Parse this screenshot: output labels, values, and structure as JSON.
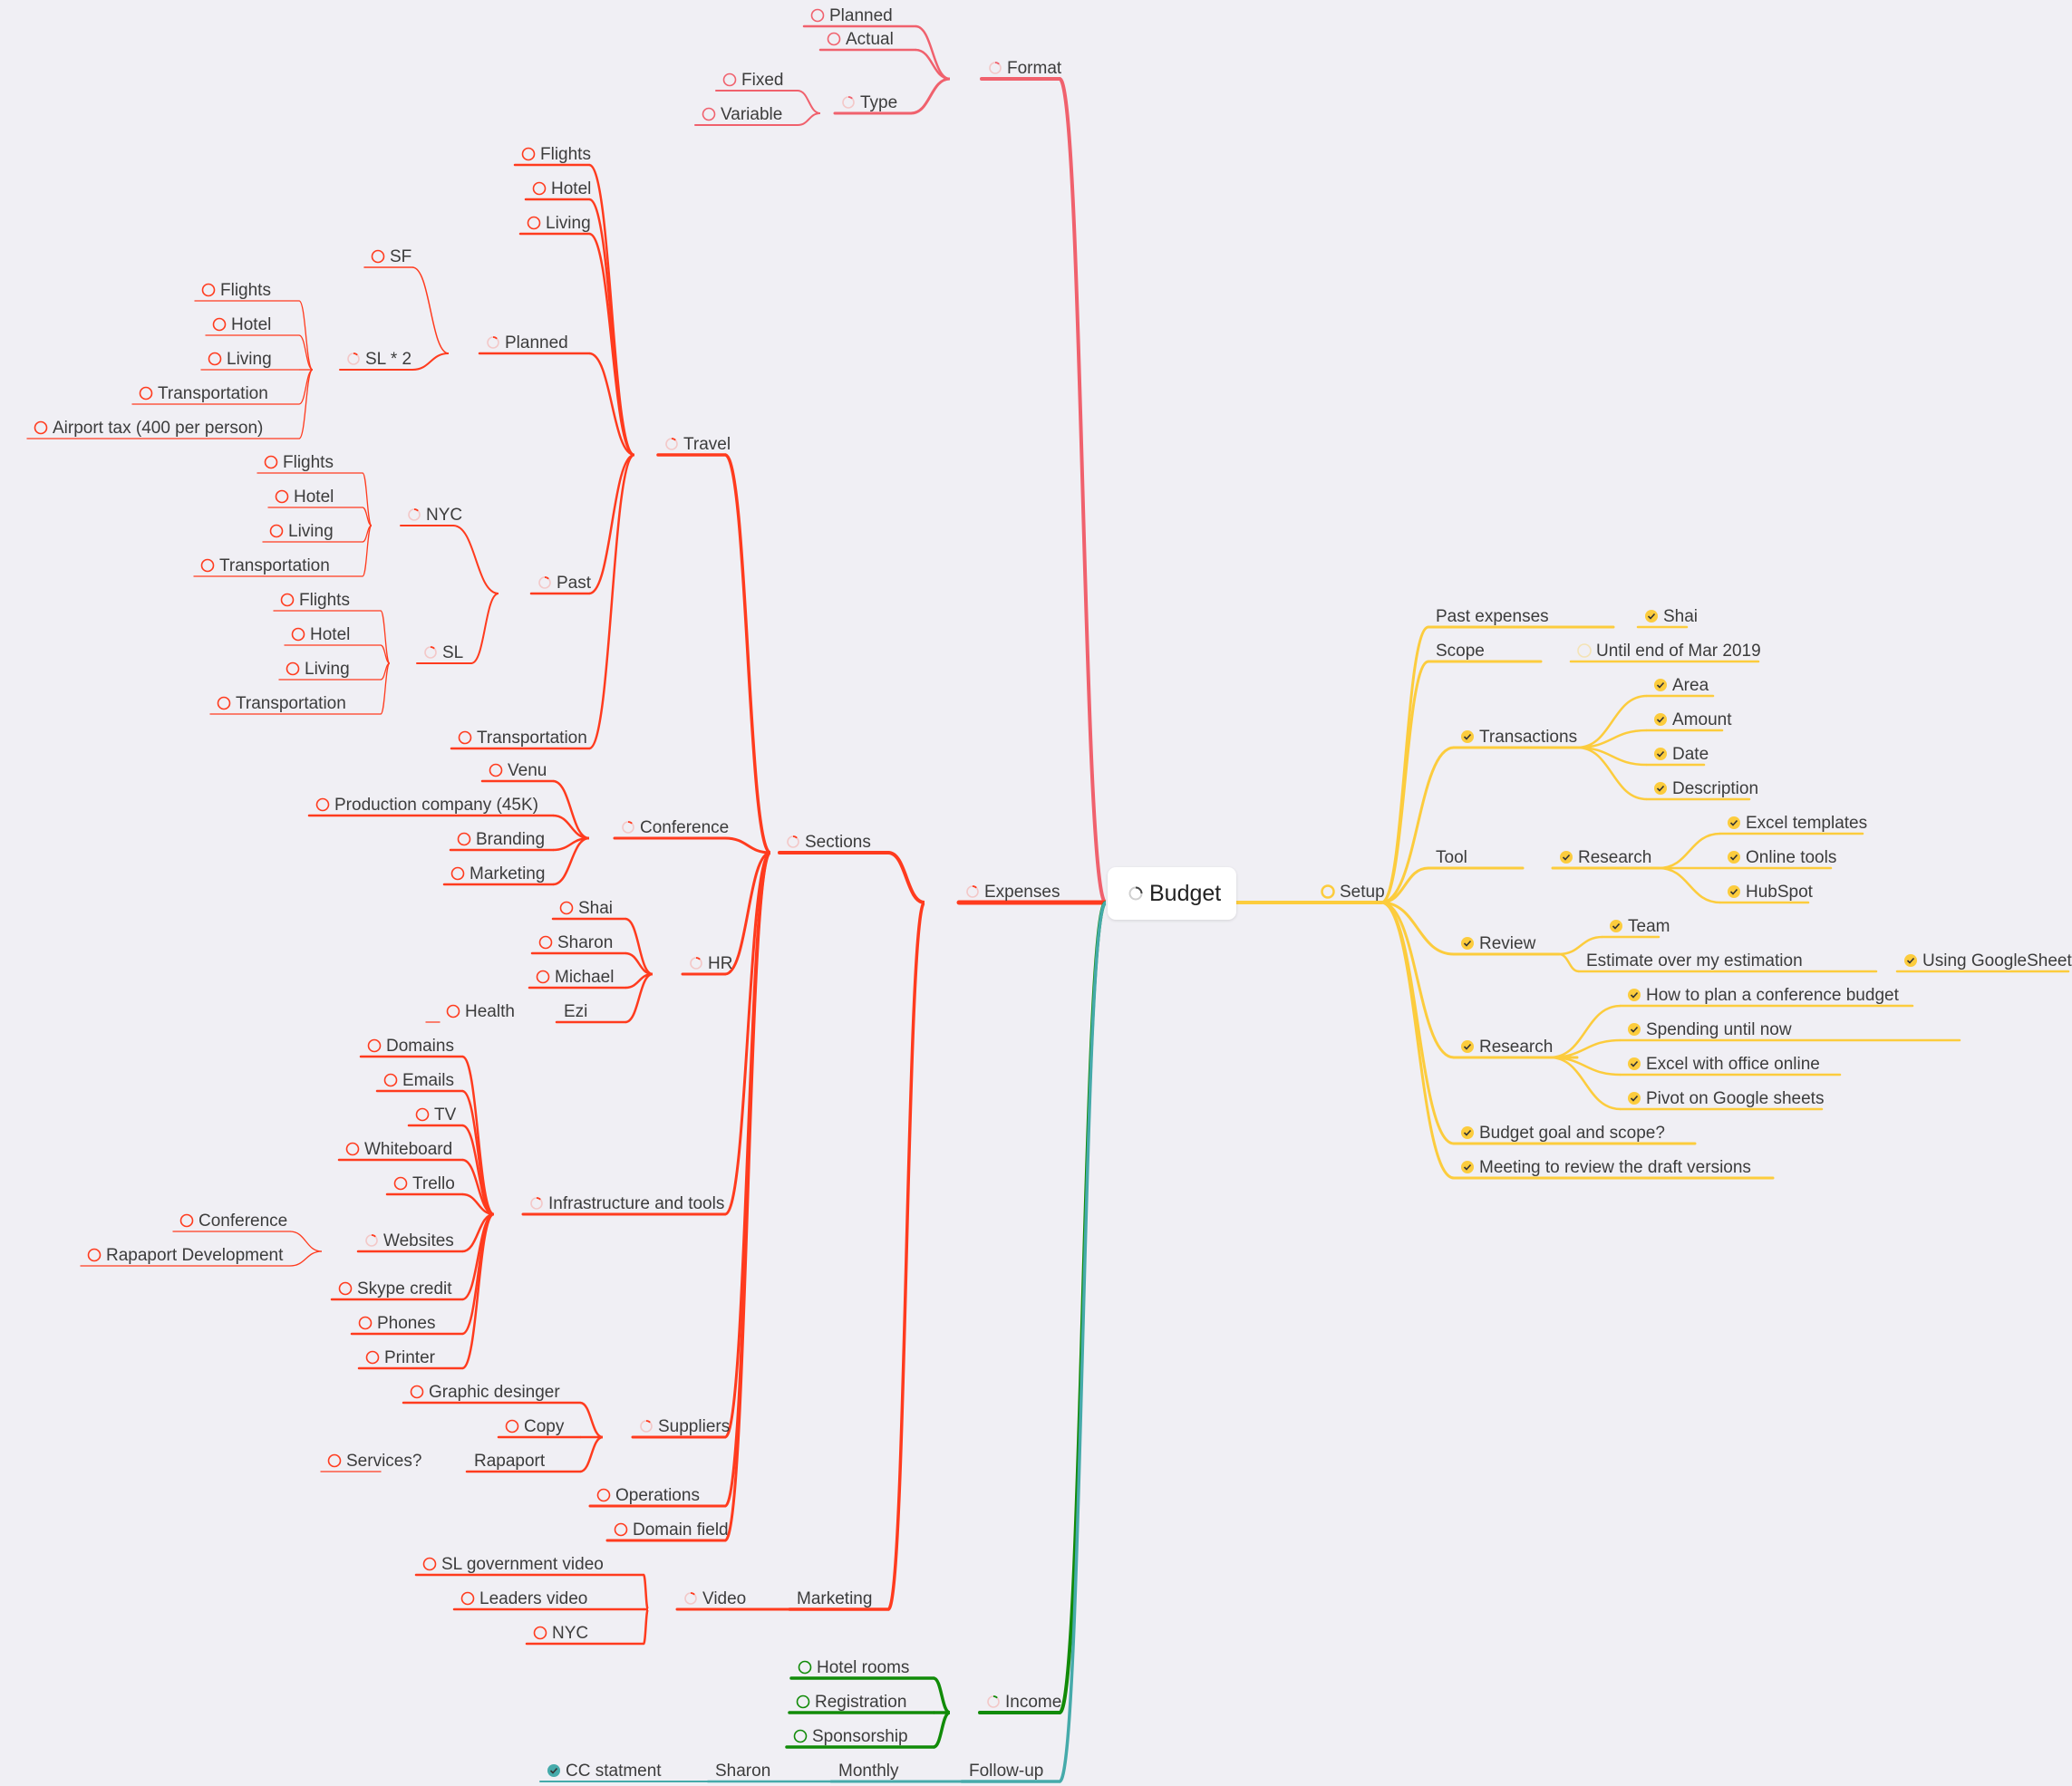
{
  "colors": {
    "background": "#f0eff4",
    "format": "#f0616d",
    "expenses": "#ff3b1e",
    "setup": "#fccc3d",
    "income": "#118b08",
    "followup": "#45aaaa",
    "text": "#3c3c3c"
  },
  "root": {
    "label": "Budget",
    "icon": "progress-spinner-icon"
  },
  "nodes": [
    {
      "id": "n1",
      "label": "Format",
      "status": "partial",
      "branch": "format"
    },
    {
      "id": "n2",
      "label": "Planned",
      "status": "todo",
      "branch": "format"
    },
    {
      "id": "n3",
      "label": "Actual",
      "status": "todo",
      "branch": "format"
    },
    {
      "id": "n4",
      "label": "Type",
      "status": "partial",
      "branch": "format"
    },
    {
      "id": "n5",
      "label": "Fixed",
      "status": "todo",
      "branch": "format"
    },
    {
      "id": "n6",
      "label": "Variable",
      "status": "todo",
      "branch": "format"
    },
    {
      "id": "n7",
      "label": "Expenses",
      "status": "partial",
      "branch": "expenses"
    },
    {
      "id": "n8",
      "label": "Sections",
      "status": "partial",
      "branch": "expenses"
    },
    {
      "id": "n9",
      "label": "Travel",
      "status": "partial",
      "branch": "expenses"
    },
    {
      "id": "n10",
      "label": "Flights",
      "status": "todo",
      "branch": "expenses"
    },
    {
      "id": "n11",
      "label": "Hotel",
      "status": "todo",
      "branch": "expenses"
    },
    {
      "id": "n12",
      "label": "Living",
      "status": "todo",
      "branch": "expenses"
    },
    {
      "id": "n13",
      "label": "Planned",
      "status": "partial",
      "branch": "expenses"
    },
    {
      "id": "n14",
      "label": "SF",
      "status": "todo",
      "branch": "expenses"
    },
    {
      "id": "n15",
      "label": "SL * 2",
      "status": "partial",
      "branch": "expenses"
    },
    {
      "id": "n16",
      "label": "Flights",
      "status": "todo",
      "branch": "expenses"
    },
    {
      "id": "n17",
      "label": "Hotel",
      "status": "todo",
      "branch": "expenses"
    },
    {
      "id": "n18",
      "label": "Living",
      "status": "todo",
      "branch": "expenses"
    },
    {
      "id": "n19",
      "label": "Transportation",
      "status": "todo",
      "branch": "expenses"
    },
    {
      "id": "n20",
      "label": "Airport tax (400 per person)",
      "status": "todo",
      "branch": "expenses"
    },
    {
      "id": "n21",
      "label": "Past",
      "status": "partial",
      "branch": "expenses"
    },
    {
      "id": "n22",
      "label": "NYC",
      "status": "partial",
      "branch": "expenses"
    },
    {
      "id": "n23",
      "label": "Flights",
      "status": "todo",
      "branch": "expenses"
    },
    {
      "id": "n24",
      "label": "Hotel",
      "status": "todo",
      "branch": "expenses"
    },
    {
      "id": "n25",
      "label": "Living",
      "status": "todo",
      "branch": "expenses"
    },
    {
      "id": "n26",
      "label": "Transportation",
      "status": "todo",
      "branch": "expenses"
    },
    {
      "id": "n27",
      "label": "SL",
      "status": "partial",
      "branch": "expenses"
    },
    {
      "id": "n28",
      "label": "Flights",
      "status": "todo",
      "branch": "expenses"
    },
    {
      "id": "n29",
      "label": "Hotel",
      "status": "todo",
      "branch": "expenses"
    },
    {
      "id": "n30",
      "label": "Living",
      "status": "todo",
      "branch": "expenses"
    },
    {
      "id": "n31",
      "label": "Transportation",
      "status": "todo",
      "branch": "expenses"
    },
    {
      "id": "n32",
      "label": "Transportation",
      "status": "todo",
      "branch": "expenses"
    },
    {
      "id": "n33",
      "label": "Conference",
      "status": "partial",
      "branch": "expenses"
    },
    {
      "id": "n34",
      "label": "Venu",
      "status": "todo",
      "branch": "expenses"
    },
    {
      "id": "n35",
      "label": "Production company (45K)",
      "status": "todo",
      "branch": "expenses"
    },
    {
      "id": "n36",
      "label": "Branding",
      "status": "todo",
      "branch": "expenses"
    },
    {
      "id": "n37",
      "label": "Marketing",
      "status": "todo",
      "branch": "expenses"
    },
    {
      "id": "n38",
      "label": "HR",
      "status": "partial",
      "branch": "expenses"
    },
    {
      "id": "n39",
      "label": "Shai",
      "status": "todo",
      "branch": "expenses"
    },
    {
      "id": "n40",
      "label": "Sharon",
      "status": "todo",
      "branch": "expenses"
    },
    {
      "id": "n41",
      "label": "Michael",
      "status": "todo",
      "branch": "expenses"
    },
    {
      "id": "n42",
      "label": "Ezi",
      "status": "none",
      "branch": "expenses"
    },
    {
      "id": "n43",
      "label": "Health",
      "status": "todo",
      "branch": "expenses"
    },
    {
      "id": "n44",
      "label": "Infrastructure and tools",
      "status": "partial",
      "branch": "expenses"
    },
    {
      "id": "n45",
      "label": "Domains",
      "status": "todo",
      "branch": "expenses"
    },
    {
      "id": "n46",
      "label": "Emails",
      "status": "todo",
      "branch": "expenses"
    },
    {
      "id": "n47",
      "label": "TV",
      "status": "todo",
      "branch": "expenses"
    },
    {
      "id": "n48",
      "label": "Whiteboard",
      "status": "todo",
      "branch": "expenses"
    },
    {
      "id": "n49",
      "label": "Trello",
      "status": "todo",
      "branch": "expenses"
    },
    {
      "id": "n50",
      "label": "Websites",
      "status": "partial",
      "branch": "expenses"
    },
    {
      "id": "n51",
      "label": "Conference",
      "status": "todo",
      "branch": "expenses"
    },
    {
      "id": "n52",
      "label": "Rapaport Development",
      "status": "todo",
      "branch": "expenses"
    },
    {
      "id": "n53",
      "label": "Skype credit",
      "status": "todo",
      "branch": "expenses"
    },
    {
      "id": "n54",
      "label": "Phones",
      "status": "todo",
      "branch": "expenses"
    },
    {
      "id": "n55",
      "label": "Printer",
      "status": "todo",
      "branch": "expenses"
    },
    {
      "id": "n56",
      "label": "Suppliers",
      "status": "partial",
      "branch": "expenses"
    },
    {
      "id": "n57",
      "label": "Graphic desinger",
      "status": "todo",
      "branch": "expenses"
    },
    {
      "id": "n58",
      "label": "Copy",
      "status": "todo",
      "branch": "expenses"
    },
    {
      "id": "n59",
      "label": "Rapaport",
      "status": "none",
      "branch": "expenses"
    },
    {
      "id": "n60",
      "label": "Services?",
      "status": "todo",
      "branch": "expenses"
    },
    {
      "id": "n61",
      "label": "Operations",
      "status": "todo",
      "branch": "expenses"
    },
    {
      "id": "n62",
      "label": "Domain field",
      "status": "todo",
      "branch": "expenses"
    },
    {
      "id": "n63",
      "label": "Marketing",
      "status": "none",
      "branch": "expenses"
    },
    {
      "id": "n64",
      "label": "Video",
      "status": "partial",
      "branch": "expenses"
    },
    {
      "id": "n65",
      "label": "SL government video",
      "status": "todo",
      "branch": "expenses"
    },
    {
      "id": "n66",
      "label": "Leaders video",
      "status": "todo",
      "branch": "expenses"
    },
    {
      "id": "n67",
      "label": "NYC",
      "status": "todo",
      "branch": "expenses"
    },
    {
      "id": "n68",
      "label": "Income",
      "status": "partial",
      "branch": "income"
    },
    {
      "id": "n69",
      "label": "Hotel rooms",
      "status": "todo",
      "branch": "income"
    },
    {
      "id": "n70",
      "label": "Registration",
      "status": "todo",
      "branch": "income"
    },
    {
      "id": "n71",
      "label": "Sponsorship",
      "status": "todo",
      "branch": "income"
    },
    {
      "id": "n72",
      "label": "Follow-up",
      "status": "none",
      "branch": "followup"
    },
    {
      "id": "n73",
      "label": "Monthly",
      "status": "none",
      "branch": "followup"
    },
    {
      "id": "n74",
      "label": "Sharon",
      "status": "none",
      "branch": "followup"
    },
    {
      "id": "n75",
      "label": "CC statment",
      "status": "done",
      "branch": "followup"
    },
    {
      "id": "n76",
      "label": "Setup",
      "status": "ring",
      "branch": "setup"
    },
    {
      "id": "n77",
      "label": "Past expenses",
      "status": "none",
      "branch": "setup"
    },
    {
      "id": "n78",
      "label": "Shai",
      "status": "done",
      "branch": "setup"
    },
    {
      "id": "n79",
      "label": "Scope",
      "status": "none",
      "branch": "setup"
    },
    {
      "id": "n80",
      "label": "Until end of Mar 2019",
      "status": "faint",
      "branch": "setup"
    },
    {
      "id": "n81",
      "label": "Transactions",
      "status": "done",
      "branch": "setup"
    },
    {
      "id": "n82",
      "label": "Area",
      "status": "done",
      "branch": "setup"
    },
    {
      "id": "n83",
      "label": "Amount",
      "status": "done",
      "branch": "setup"
    },
    {
      "id": "n84",
      "label": "Date",
      "status": "done",
      "branch": "setup"
    },
    {
      "id": "n85",
      "label": "Description",
      "status": "done",
      "branch": "setup"
    },
    {
      "id": "n86",
      "label": "Tool",
      "status": "none",
      "branch": "setup"
    },
    {
      "id": "n87",
      "label": "Research",
      "status": "done",
      "branch": "setup"
    },
    {
      "id": "n88",
      "label": "Excel templates",
      "status": "done",
      "branch": "setup"
    },
    {
      "id": "n89",
      "label": "Online tools",
      "status": "done",
      "branch": "setup"
    },
    {
      "id": "n90",
      "label": "HubSpot",
      "status": "done",
      "branch": "setup"
    },
    {
      "id": "n91",
      "label": "Review",
      "status": "done",
      "branch": "setup"
    },
    {
      "id": "n92",
      "label": "Team",
      "status": "done",
      "branch": "setup"
    },
    {
      "id": "n93",
      "label": "Estimate over my estimation",
      "status": "none",
      "branch": "setup"
    },
    {
      "id": "n94",
      "label": "Using GoogleSheet",
      "status": "done",
      "branch": "setup"
    },
    {
      "id": "n95",
      "label": "Research",
      "status": "done",
      "branch": "setup"
    },
    {
      "id": "n96",
      "label": "How to plan a conference budget",
      "status": "done",
      "branch": "setup"
    },
    {
      "id": "n97",
      "label": "Spending until now",
      "status": "done",
      "branch": "setup"
    },
    {
      "id": "n98",
      "label": "Excel with office online",
      "status": "done",
      "branch": "setup"
    },
    {
      "id": "n99",
      "label": "Pivot on Google sheets",
      "status": "done",
      "branch": "setup"
    },
    {
      "id": "n100",
      "label": "Budget goal and scope?",
      "status": "done",
      "branch": "setup"
    },
    {
      "id": "n101",
      "label": "Meeting to review the draft versions",
      "status": "done",
      "branch": "setup"
    }
  ]
}
